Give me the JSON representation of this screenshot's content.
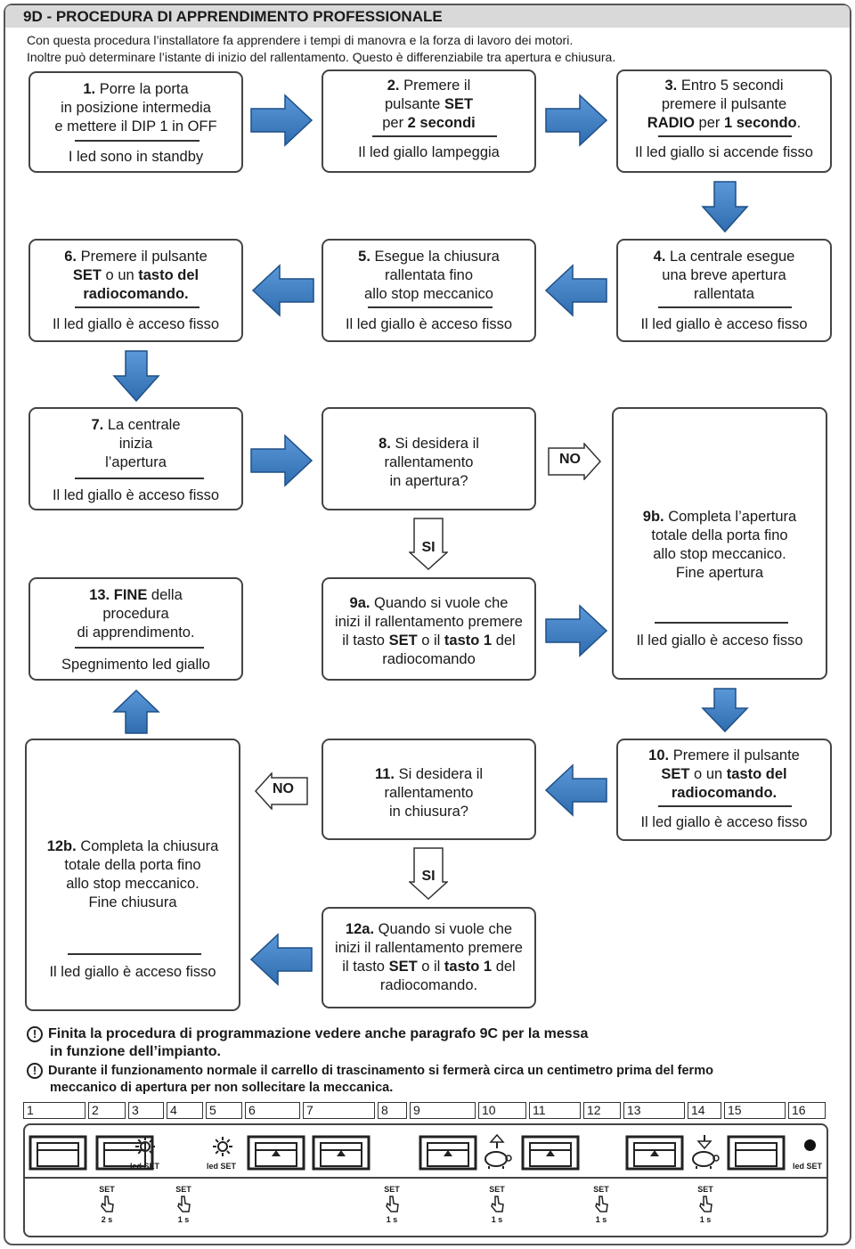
{
  "header": {
    "title": "9D - PROCEDURA DI APPRENDIMENTO PROFESSIONALE"
  },
  "intro": [
    "Con questa procedura l’installatore fa apprendere i tempi di manovra e la forza di lavoro dei motori.",
    "Inoltre può determinare l’istante di inizio del rallentamento. Questo è differenziabile tra apertura e chiusura."
  ],
  "steps": {
    "s1": {
      "num": "1.",
      "l1": "Porre la porta",
      "l2": "in posizione intermedia",
      "l3": "e mettere il DIP 1 in OFF",
      "status": "I led sono in standby"
    },
    "s2": {
      "num": "2.",
      "l1": "Premere il",
      "l2a": "pulsante ",
      "l2b": "SET",
      "l3a": "per ",
      "l3b": "2 secondi",
      "status": "Il led giallo lampeggia"
    },
    "s3": {
      "num": "3.",
      "l1": "Entro 5 secondi",
      "l2": "premere il pulsante",
      "l3a": "RADIO",
      "l3b": " per ",
      "l3c": "1 secondo",
      "l3d": ".",
      "status": "Il led giallo si accende fisso"
    },
    "s4": {
      "num": "4.",
      "l1": "La centrale esegue",
      "l2": "una breve apertura",
      "l3": "rallentata",
      "status": "Il led giallo è acceso fisso"
    },
    "s5": {
      "num": "5.",
      "l1": "Esegue la chiusura",
      "l2": "rallentata fino",
      "l3": "allo stop meccanico",
      "status": "Il led giallo è acceso fisso"
    },
    "s6": {
      "num": "6.",
      "l1": "Premere il pulsante",
      "l2a": "SET",
      "l2b": " o un ",
      "l2c": "tasto del",
      "l3": "radiocomando.",
      "status": "Il led giallo è acceso fisso"
    },
    "s7": {
      "num": "7.",
      "l1": "La centrale",
      "l2": "inizia",
      "l3": "l’apertura",
      "status": "Il led giallo è acceso fisso"
    },
    "s8": {
      "num": "8.",
      "l1": "Si desidera il",
      "l2": "rallentamento",
      "l3": "in apertura?"
    },
    "s9a": {
      "num": "9a.",
      "l1": "Quando si vuole che",
      "l2": "inizi il rallentamento premere",
      "l3a": "il tasto ",
      "l3b": "SET",
      "l3c": " o il ",
      "l3d": "tasto 1",
      "l3e": " del",
      "l4": "radiocomando"
    },
    "s9b": {
      "num": "9b.",
      "l1": "Completa l’apertura",
      "l2": "totale della porta fino",
      "l3": "allo stop meccanico.",
      "l4": "Fine apertura",
      "status": "Il led giallo è acceso fisso"
    },
    "s10": {
      "num": "10.",
      "l1": "Premere il pulsante",
      "l2a": "SET",
      "l2b": " o un ",
      "l2c": "tasto del",
      "l3": "radiocomando.",
      "status": "Il led giallo è acceso fisso"
    },
    "s11": {
      "num": "11.",
      "l1": "Si desidera il",
      "l2": "rallentamento",
      "l3": "in chiusura?"
    },
    "s12a": {
      "num": "12a.",
      "l1": "Quando si vuole che",
      "l2": "inizi il rallentamento premere",
      "l3a": "il tasto ",
      "l3b": "SET",
      "l3c": " o il ",
      "l3d": "tasto 1",
      "l3e": " del",
      "l4": "radiocomando."
    },
    "s12b": {
      "num": "12b.",
      "l1": "Completa la chiusura",
      "l2": "totale della porta fino",
      "l3": "allo stop meccanico.",
      "l4": "Fine chiusura",
      "status": "Il led giallo è acceso fisso"
    },
    "s13": {
      "num": "13.",
      "l1a": "FINE",
      "l1b": " della",
      "l2": "procedura",
      "l3": "di apprendimento.",
      "status": "Spegnimento led giallo"
    }
  },
  "decisions": {
    "no": "NO",
    "si": "SI"
  },
  "notes": [
    {
      "l1": "Finita la procedura di programmazione vedere anche paragrafo 9C per la messa",
      "l2": "in funzione dell’impianto."
    },
    {
      "l1": "Durante il funzionamento normale il carrello di trascinamento si fermerà circa un centimetro prima del fermo",
      "l2": "meccanico di apertura per non sollecitare la meccanica."
    }
  ],
  "timeline": {
    "numbers": [
      "1",
      "2",
      "3",
      "4",
      "5",
      "6",
      "7",
      "8",
      "9",
      "10",
      "11",
      "12",
      "13",
      "14",
      "15",
      "16"
    ],
    "led_label": "led SET",
    "set_label": "SET",
    "durations": [
      "2 s",
      "1 s",
      "1 s",
      "1 s",
      "1 s",
      "1 s"
    ]
  },
  "colors": {
    "arrow_fill": "#3f7fc6",
    "arrow_stroke": "#1f4f86",
    "title_bg": "#d9d9d9"
  }
}
